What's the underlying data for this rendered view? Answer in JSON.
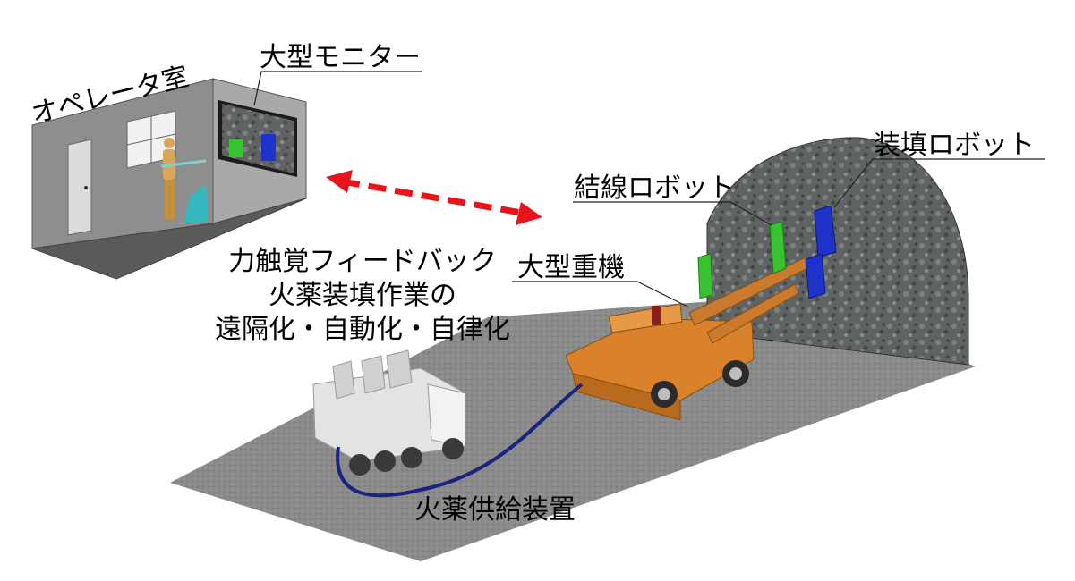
{
  "labels": {
    "operator_room": "オペレータ室",
    "large_monitor": "大型モニター",
    "binding_robot": "結線ロボット",
    "loading_robot": "装填ロボット",
    "heavy_machine": "大型重機",
    "explosive_supply": "火薬供給装置"
  },
  "caption": {
    "line1": "力触覚フィードバック",
    "line2": "火薬装填作業の",
    "line3": "遠隔化・自動化・自律化"
  },
  "colors": {
    "arrow": "#e8141c",
    "machine": "#d9822b",
    "robot_green": "#37c22f",
    "robot_blue": "#1f33c9",
    "hose": "#1a237e"
  }
}
